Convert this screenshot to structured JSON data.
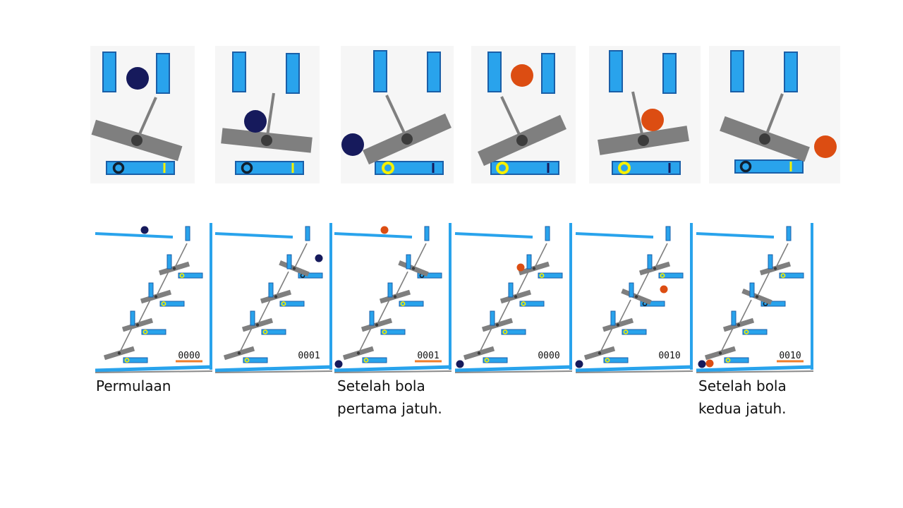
{
  "colors": {
    "panel_bg": "#f6f6f6",
    "block_blue": "#29a3ec",
    "block_edge": "#1a5fa8",
    "lever_gray": "#7f7f7f",
    "pivot_dark": "#3c3c3c",
    "ball_navy": "#161a5c",
    "ball_orange": "#dc4d12",
    "ring_yellow": "#f5f000",
    "highlight_underline": "#f07c2a"
  },
  "top_panels": [
    {
      "name": "top-panel-1",
      "ball": "navy",
      "ring": "dark",
      "mark": "yellow"
    },
    {
      "name": "top-panel-2",
      "ball": "navy",
      "ring": "dark",
      "mark": "yellow"
    },
    {
      "name": "top-panel-3",
      "ball": "navy",
      "ring": "yellow",
      "mark": "navy"
    },
    {
      "name": "top-panel-4",
      "ball": "orange",
      "ring": "yellow",
      "mark": "navy"
    },
    {
      "name": "top-panel-5",
      "ball": "orange",
      "ring": "yellow",
      "mark": "navy"
    },
    {
      "name": "top-panel-6",
      "ball": "orange",
      "ring": "dark",
      "mark": "yellow"
    }
  ],
  "counter_panels": [
    {
      "name": "counter-panel-1",
      "counter": "0000",
      "highlighted": true
    },
    {
      "name": "counter-panel-2",
      "counter": "0001",
      "highlighted": false
    },
    {
      "name": "counter-panel-3",
      "counter": "0001",
      "highlighted": true
    },
    {
      "name": "counter-panel-4",
      "counter": "0000",
      "highlighted": false
    },
    {
      "name": "counter-panel-5",
      "counter": "0010",
      "highlighted": false
    },
    {
      "name": "counter-panel-6",
      "counter": "0010",
      "highlighted": true
    }
  ],
  "captions": {
    "start": "Permulaan",
    "after_first_line1": "Setelah bola",
    "after_first_line2": "pertama jatuh.",
    "after_second_line1": "Setelah bola",
    "after_second_line2": "kedua jatuh."
  }
}
